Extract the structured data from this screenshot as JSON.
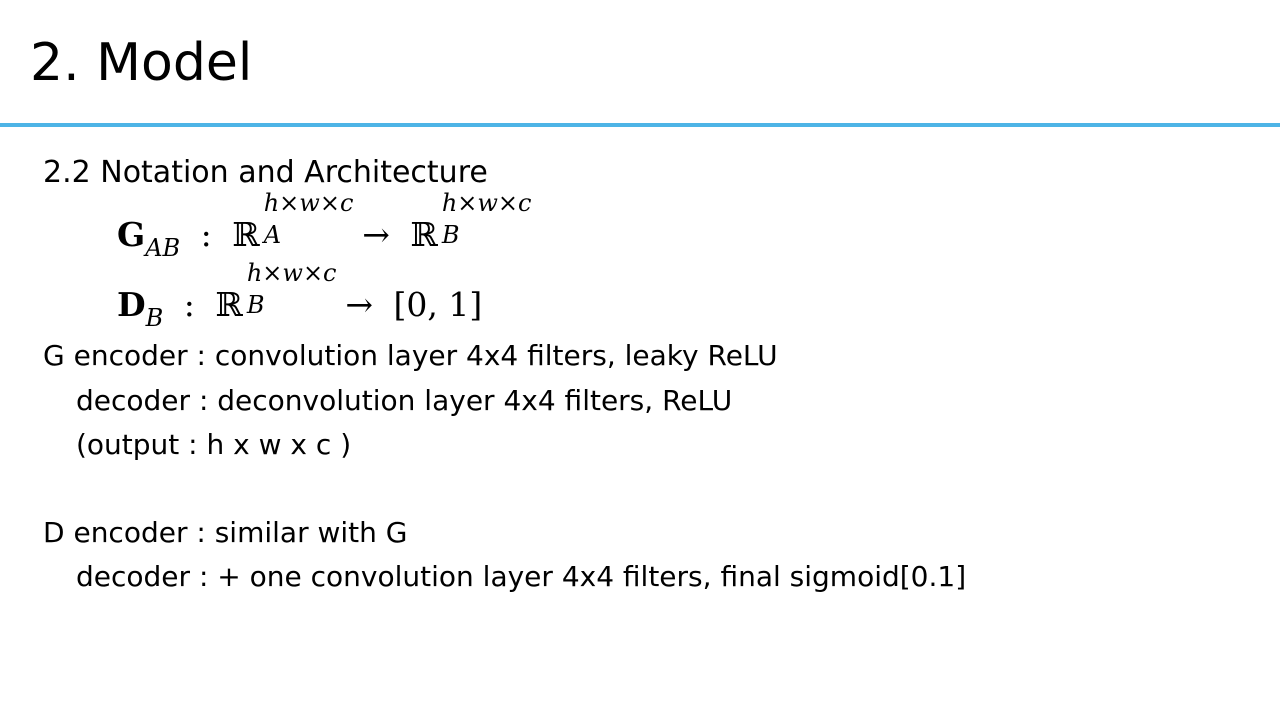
{
  "slide": {
    "title": "2. Model",
    "subtitle": "2.2 Notation and Architecture"
  },
  "equations": {
    "eq1": {
      "lhs_symbol": "G",
      "lhs_subscript": "AB",
      "colon": ":",
      "domain_symbol": "ℝ",
      "domain_superscript": "h×w×c",
      "domain_subscript": "A",
      "arrow": "→",
      "codomain_symbol": "ℝ",
      "codomain_superscript": "h×w×c",
      "codomain_subscript": "B"
    },
    "eq2": {
      "lhs_symbol": "D",
      "lhs_subscript": "B",
      "colon": ":",
      "domain_symbol": "ℝ",
      "domain_superscript": "h×w×c",
      "domain_subscript": "B",
      "arrow": "→",
      "codomain": "[0, 1]"
    }
  },
  "body": {
    "lines": [
      "G encoder : convolution layer 4x4 filters, leaky ReLU",
      "decoder : deconvolution layer 4x4 filters, ReLU",
      "(output : h x w x c )",
      "D encoder : similar with G",
      "decoder : + one convolution layer 4x4 filters, final sigmoid[0.1]"
    ]
  }
}
